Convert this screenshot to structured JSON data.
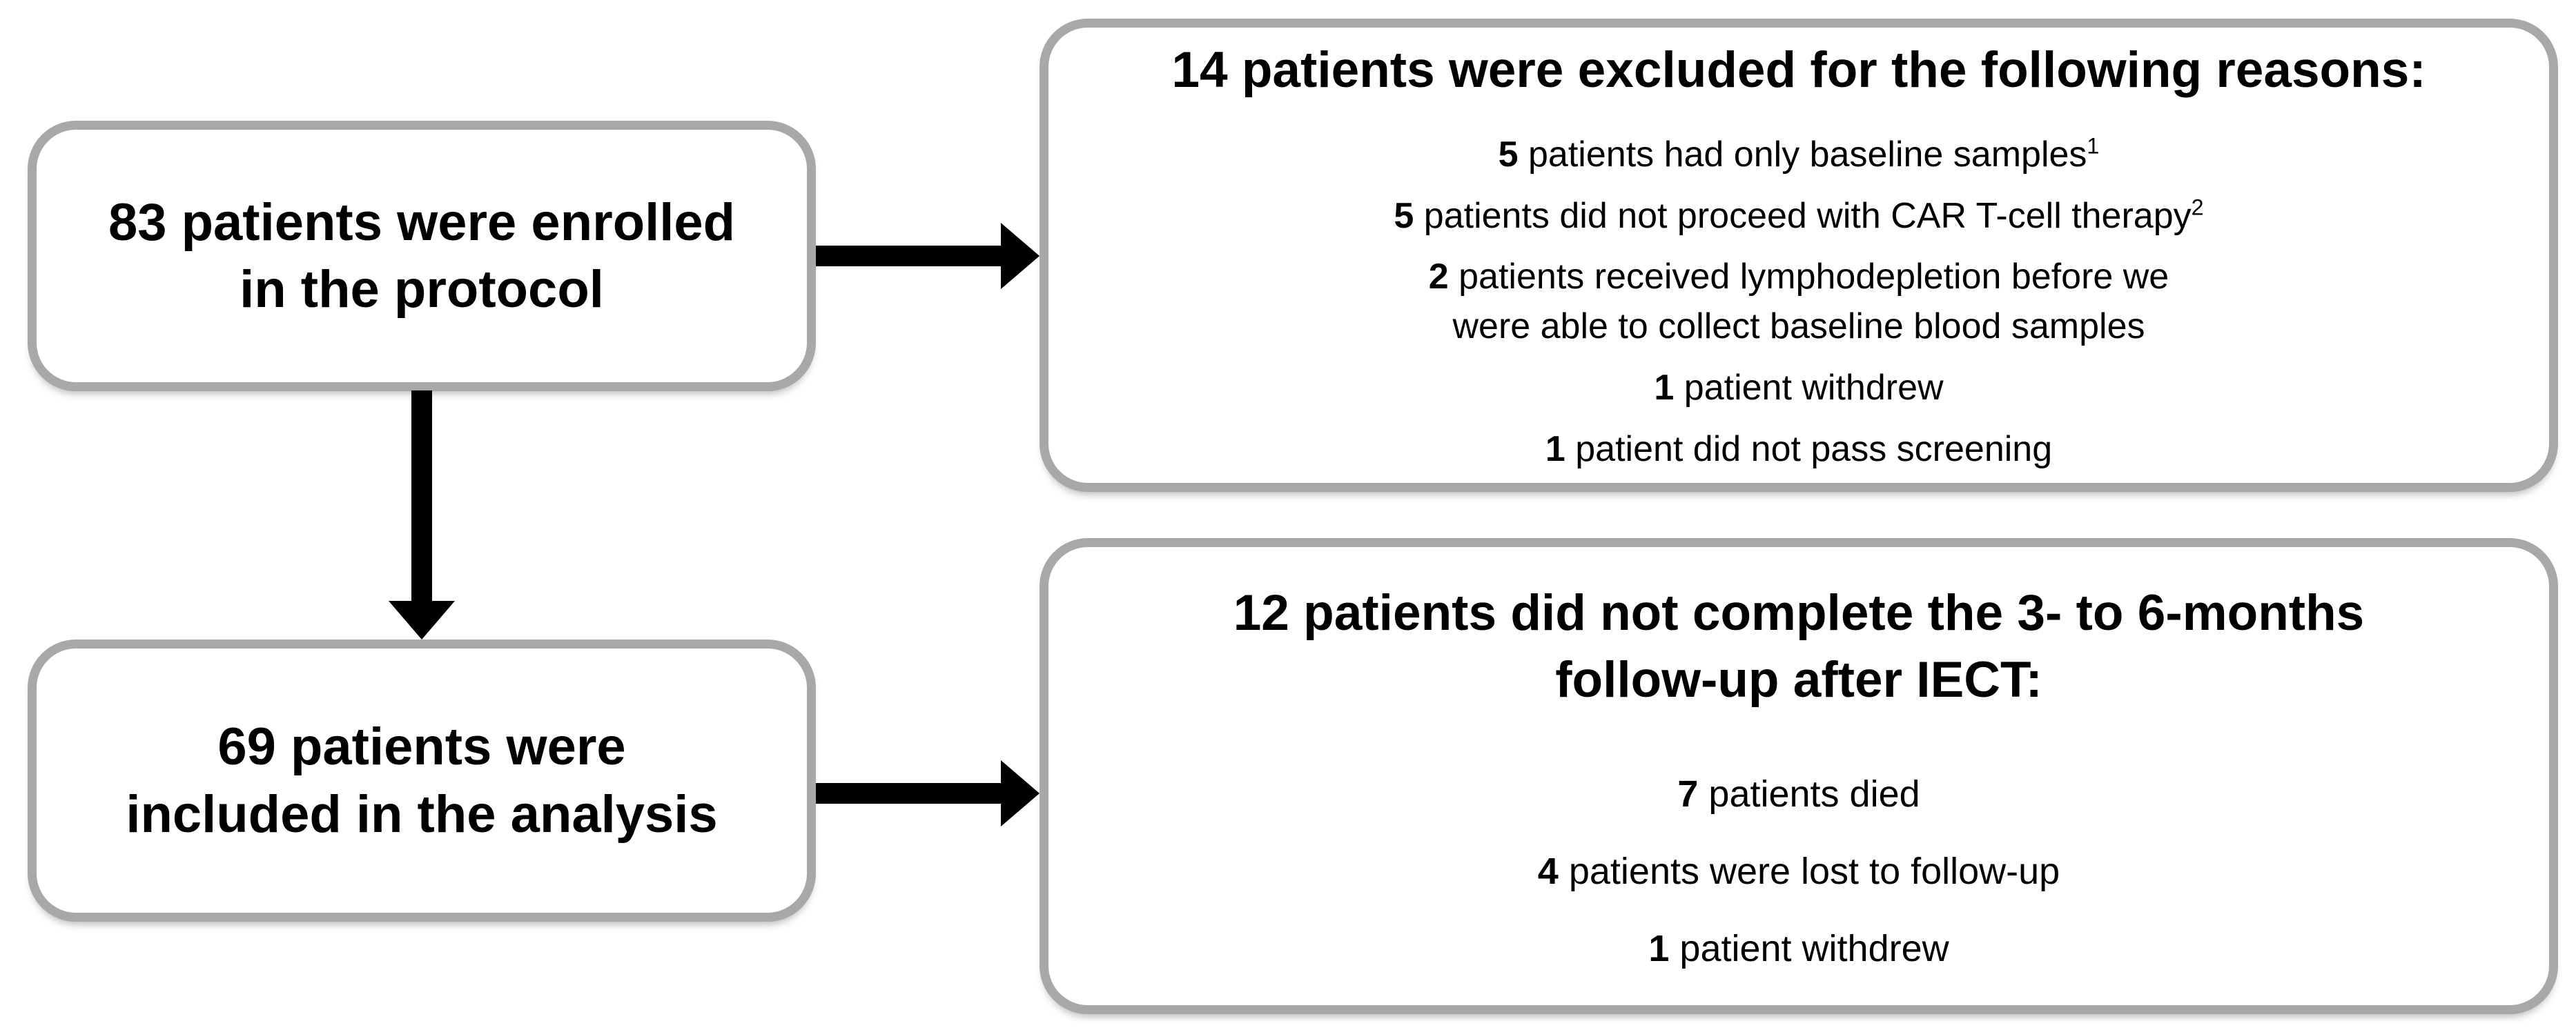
{
  "diagram": {
    "enrolled_box": {
      "line1": "83 patients were enrolled",
      "line2": "in the protocol"
    },
    "excluded_box": {
      "heading": "14 patients were excluded for the following reasons:",
      "items": [
        {
          "count": "5",
          "text": "patients had only baseline samples",
          "superscript": "1"
        },
        {
          "count": "5",
          "text": "patients did not proceed with CAR T-cell therapy",
          "superscript": "2"
        },
        {
          "count": "2",
          "text": "patients received lymphodepletion before we",
          "text2": "were able to collect baseline blood samples"
        },
        {
          "count": "1",
          "text": "patient withdrew"
        },
        {
          "count": "1",
          "text": "patient did not pass screening"
        }
      ]
    },
    "analysis_box": {
      "line1": "69 patients were",
      "line2": "included in the analysis"
    },
    "followup_box": {
      "heading_line1": "12 patients did not complete the 3- to 6-months",
      "heading_line2": "follow-up after IECT:",
      "items": [
        {
          "count": "7",
          "text": "patients died"
        },
        {
          "count": "4",
          "text": "patients were lost to follow-up"
        },
        {
          "count": "1",
          "text": "patient withdrew"
        }
      ]
    },
    "colors": {
      "box_border_gray": "#a8a8a8",
      "arrow_black": "#000000",
      "background": "#ffffff",
      "text": "#000000"
    }
  }
}
